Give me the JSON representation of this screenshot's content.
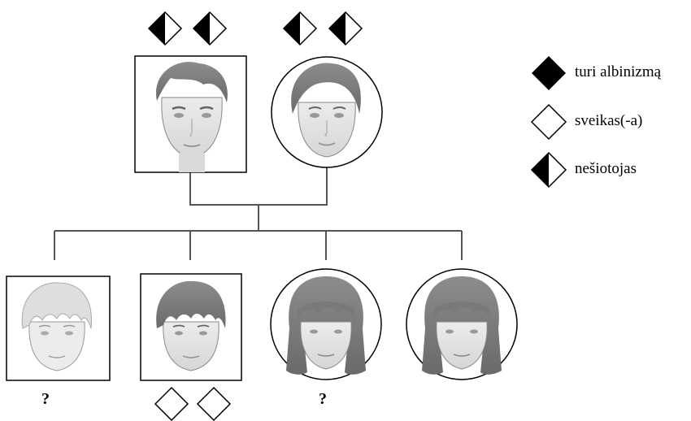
{
  "parents": [
    {
      "sex": "male",
      "genotype": [
        "carrier",
        "carrier"
      ]
    },
    {
      "sex": "female",
      "genotype": [
        "carrier",
        "carrier"
      ]
    }
  ],
  "children": [
    {
      "sex": "male",
      "hair": "light",
      "genotype": "?"
    },
    {
      "sex": "male",
      "hair": "dark",
      "genotype": [
        "healthy",
        "healthy"
      ]
    },
    {
      "sex": "female",
      "hair": "dark",
      "genotype": "?"
    },
    {
      "sex": "female",
      "hair": "dark",
      "genotype": null
    }
  ],
  "legend": [
    {
      "symbol": "affected",
      "label": "turi albinizmą"
    },
    {
      "symbol": "healthy",
      "label": "sveikas(-a)"
    },
    {
      "symbol": "carrier",
      "label": "nešiotojas"
    }
  ],
  "unknown_mark": "?",
  "colors": {
    "line": "#555555",
    "symbol": "#000000",
    "skin": "#e4e4e4",
    "dark_hair": "#7a7a7a",
    "light_hair": "#dcdcdc"
  }
}
